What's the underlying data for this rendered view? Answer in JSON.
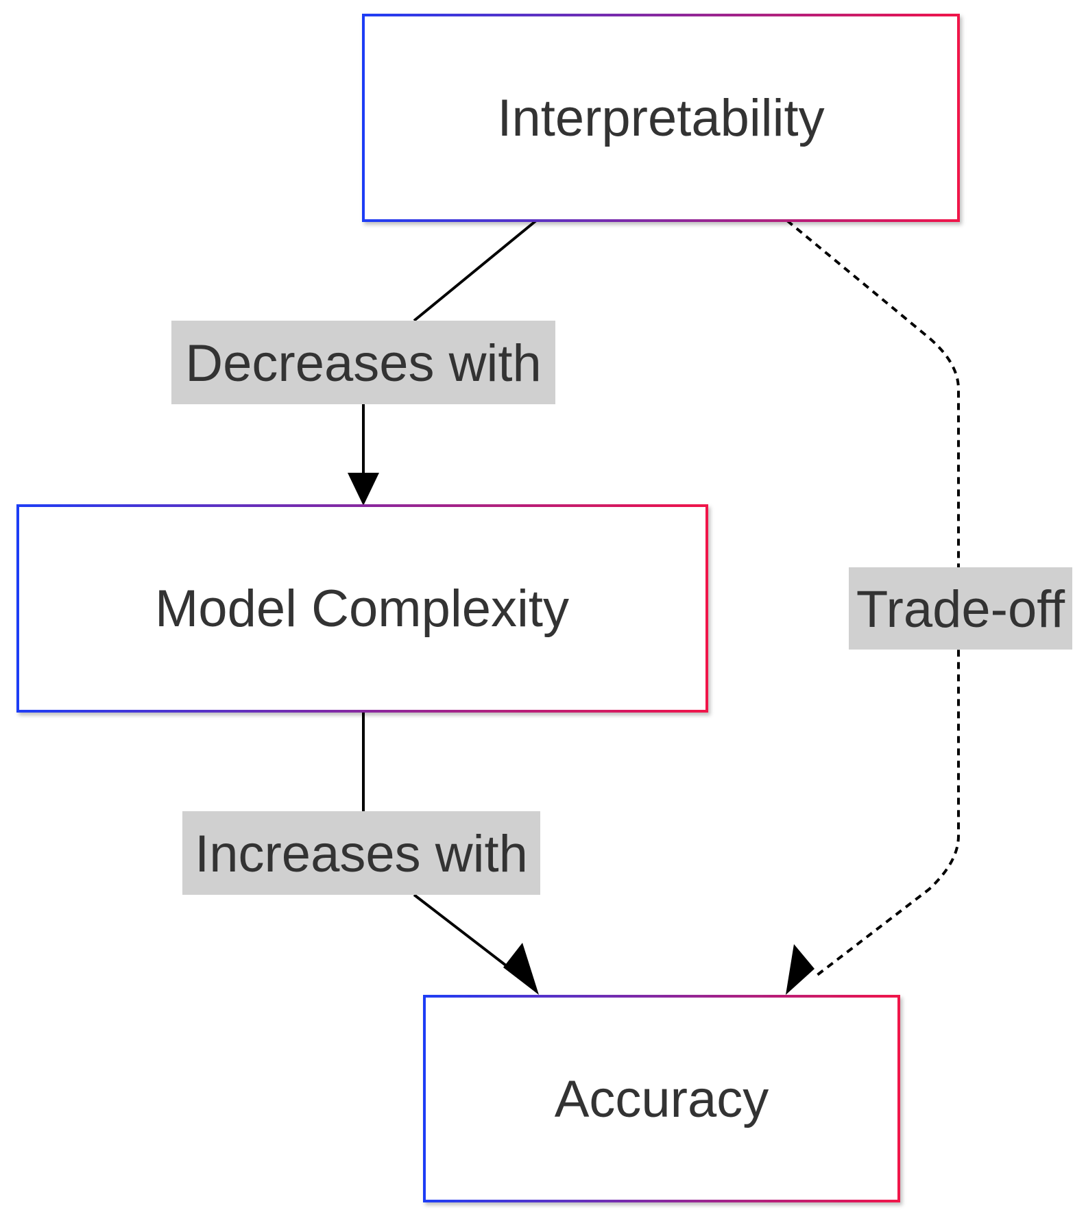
{
  "diagram": {
    "nodes": {
      "interpretability": {
        "label": "Interpretability"
      },
      "complexity": {
        "label": "Model Complexity"
      },
      "accuracy": {
        "label": "Accuracy"
      }
    },
    "edges": {
      "interp_to_complexity": {
        "label": "Decreases with",
        "style": "solid"
      },
      "complexity_to_accuracy": {
        "label": "Increases with",
        "style": "solid"
      },
      "interp_to_accuracy": {
        "label": "Trade-off",
        "style": "dashed"
      }
    },
    "colors": {
      "border_gradient_start": "#1f3df5",
      "border_gradient_end": "#f0144a",
      "edge_label_background": "#d0d0d0",
      "text": "#333333",
      "edge": "#000000"
    }
  }
}
